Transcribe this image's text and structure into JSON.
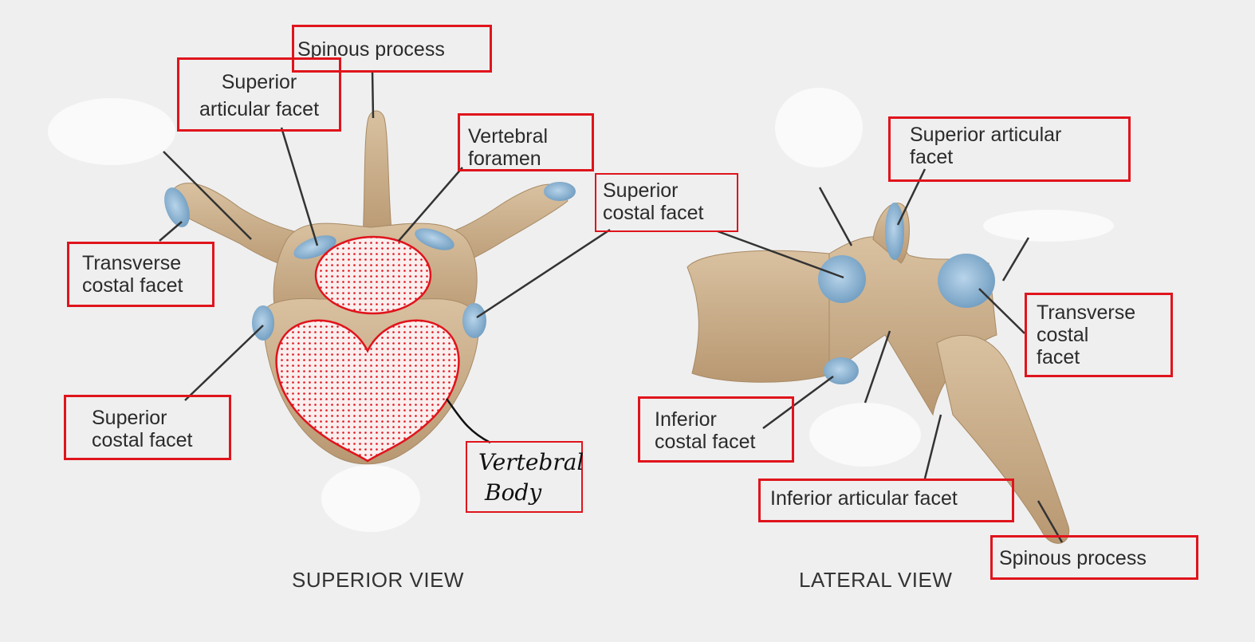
{
  "superior_view": {
    "caption": "SUPERIOR VIEW",
    "labels": {
      "spinous_process": "Spinous process",
      "superior_articular_facet_1": "Superior",
      "superior_articular_facet_2": "articular facet",
      "vertebral_foramen_1": "Vertebral",
      "vertebral_foramen_2": "foramen",
      "superior_costal_facet_right_1": "Superior",
      "superior_costal_facet_right_2": "costal facet",
      "transverse_costal_facet_1": "Transverse",
      "transverse_costal_facet_2": "costal facet",
      "superior_costal_facet_left_1": "Superior",
      "superior_costal_facet_left_2": "costal facet",
      "vertebral_body_1": "Vertebral",
      "vertebral_body_2": "Body"
    }
  },
  "lateral_view": {
    "caption": "LATERAL VIEW",
    "labels": {
      "superior_articular_facet_1": "Superior articular",
      "superior_articular_facet_2": "facet",
      "transverse_costal_facet_1": "Transverse",
      "transverse_costal_facet_2": "costal",
      "transverse_costal_facet_3": "facet",
      "inferior_costal_facet_1": "Inferior",
      "inferior_costal_facet_2": "costal facet",
      "inferior_articular_facet": "Inferior articular facet",
      "spinous_process": "Spinous process"
    }
  },
  "colors": {
    "label_border": "#e0141c",
    "bone": "#c9ad8a",
    "facet": "#8fb8d6",
    "background": "#efefef",
    "fill_dots": "#e0141c"
  }
}
